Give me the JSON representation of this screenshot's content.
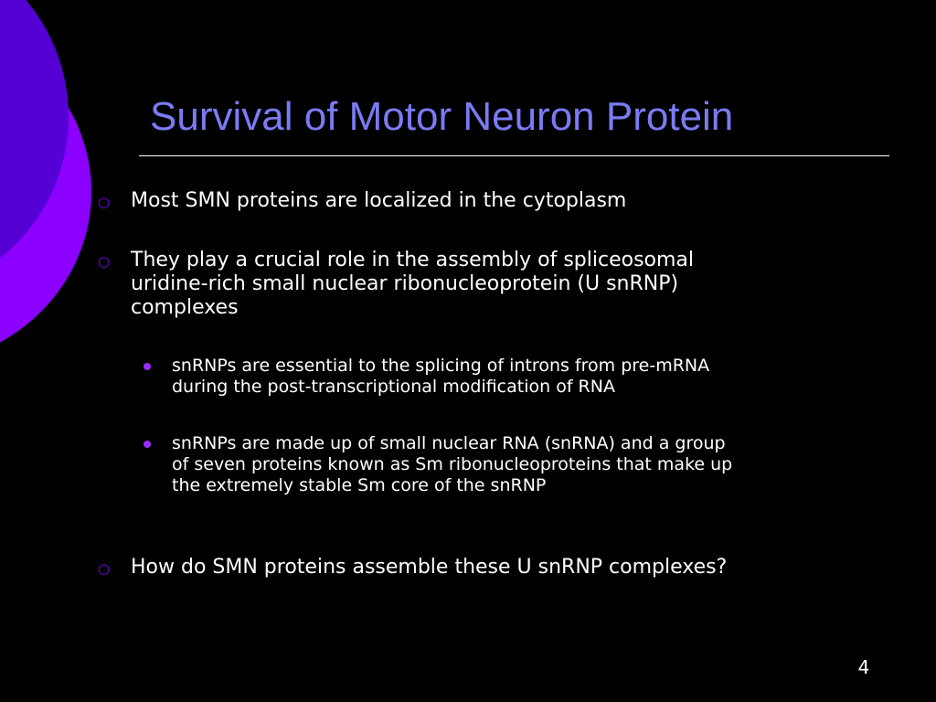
{
  "slide": {
    "title": "Survival of Motor Neuron Protein",
    "page_number": "4",
    "colors": {
      "background": "#000000",
      "title": "#7b7bf5",
      "decor_circle_back": "#8b00ff",
      "decor_circle_front": "#5500d4",
      "bullet_marker": "#8b00ff"
    },
    "bullets": [
      {
        "level": 1,
        "marker_icon": "hollow-circle-icon",
        "lines": [
          "Most SMN proteins are localized in the cytoplasm"
        ]
      },
      {
        "level": 1,
        "marker_icon": "hollow-circle-icon",
        "lines": [
          "They play a crucial role in the assembly of spliceosomal",
          "uridine-rich small nuclear ribonucleoprotein (U snRNP)",
          "complexes"
        ]
      },
      {
        "level": 2,
        "marker_icon": "filled-dot-icon",
        "lines": [
          "snRNPs are essential to the splicing of introns from pre-mRNA",
          "during the post-transcriptional modification of RNA"
        ]
      },
      {
        "level": 2,
        "marker_icon": "filled-dot-icon",
        "lines": [
          "snRNPs are made up of small nuclear RNA (snRNA) and a group",
          "of seven proteins known as Sm ribonucleoproteins that make up",
          "the extremely stable Sm core of the snRNP"
        ]
      },
      {
        "level": 1,
        "marker_icon": "hollow-circle-icon",
        "lines": [
          "How do SMN proteins assemble these U snRNP complexes?"
        ]
      }
    ]
  }
}
